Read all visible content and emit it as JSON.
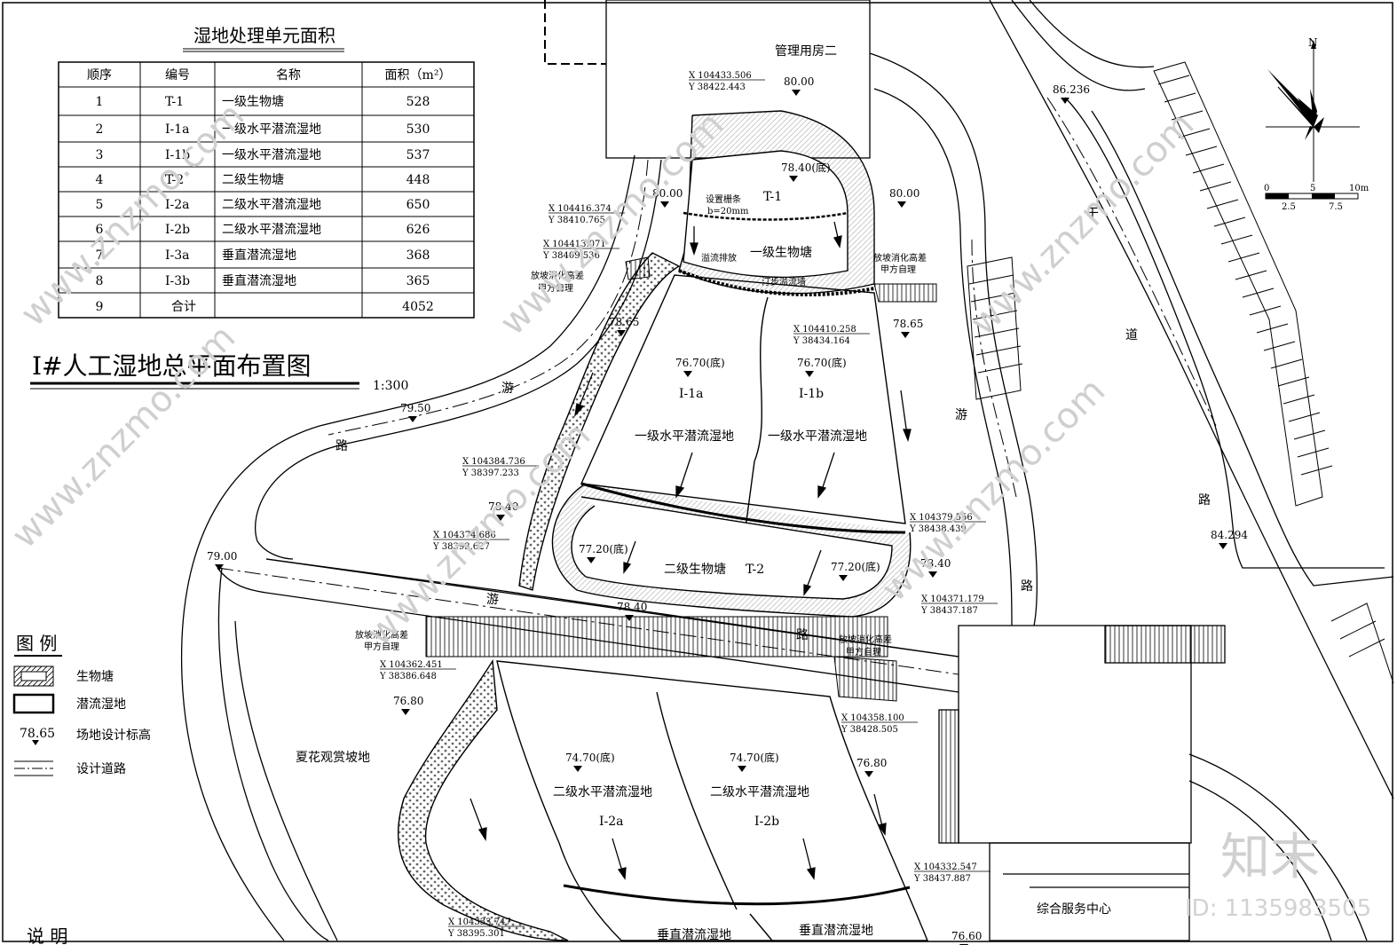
{
  "table": {
    "title": "湿地处理单元面积",
    "headers": [
      "顺序",
      "编号",
      "名称",
      "面积（m²）"
    ],
    "rows": [
      [
        "1",
        "T-1",
        "一级生物塘",
        "528"
      ],
      [
        "2",
        "Ⅰ-1a",
        "一级水平潜流湿地",
        "530"
      ],
      [
        "3",
        "Ⅰ-1b",
        "一级水平潜流湿地",
        "537"
      ],
      [
        "4",
        "T-2",
        "二级生物塘",
        "448"
      ],
      [
        "5",
        "Ⅰ-2a",
        "二级水平潜流湿地",
        "650"
      ],
      [
        "6",
        "Ⅰ-2b",
        "二级水平潜流湿地",
        "626"
      ],
      [
        "7",
        "Ⅰ-3a",
        "垂直潜流湿地",
        "368"
      ],
      [
        "8",
        "Ⅰ-3b",
        "垂直潜流湿地",
        "365"
      ],
      [
        "9",
        "合计",
        "",
        "4052"
      ]
    ]
  },
  "drawing": {
    "title": "I#人工湿地总平面布置图",
    "scale": "1:300",
    "compass_n": "N",
    "scalebar_top": [
      "0",
      "5",
      "10m"
    ],
    "scalebar_bottom": [
      "2.5",
      "7.5"
    ],
    "note_heading": "说 明"
  },
  "legend": {
    "title": "图 例",
    "items": [
      {
        "symbol": "pond",
        "label": "生物塘"
      },
      {
        "symbol": "wetland",
        "label": "潜流湿地"
      },
      {
        "symbol": "elevation",
        "sample": "78.65",
        "label": "场地设计标高"
      },
      {
        "symbol": "road",
        "label": "设计道路"
      }
    ]
  },
  "labels": {
    "building2": "管理用房二",
    "t1_name": "一级生物塘",
    "t1_code": "T-1",
    "grate": "设置栅条",
    "grate_b": "b=20mm",
    "overflow": "溢流排放",
    "weir": "汀步溢流墙",
    "slope_left": "放坡消化高差",
    "slope_left2": "甲方自理",
    "slope_right": "放坡消化高差",
    "slope_right2": "甲方自理",
    "i1a": "Ⅰ-1a",
    "i1b": "Ⅰ-1b",
    "w1a": "一级水平潜流湿地",
    "w1b": "一级水平潜流湿地",
    "t2_name": "二级生物塘",
    "t2_code": "T-2",
    "slope_mid_l": "放坡消化高差",
    "slope_mid_l2": "甲方自理",
    "slope_mid_r": "放坡消化高差",
    "slope_mid_r2": "甲方自理",
    "w2a": "二级水平潜流湿地",
    "w2b": "二级水平潜流湿地",
    "i2a": "Ⅰ-2a",
    "i2b": "Ⅰ-2b",
    "w3a": "垂直潜流湿地",
    "w3b": "垂直潜流湿地",
    "slope_field": "夏花观赏坡地",
    "service": "综合服务中心",
    "road_you": "游",
    "road_lu": "路",
    "road_gan": "干",
    "road_deng": "道",
    "road_lu2": "路"
  },
  "elevations": [
    "80.00",
    "78.40(底)",
    "80.00",
    "80.00",
    "78.65",
    "78.65",
    "76.70(底)",
    "76.70(底)",
    "78.40",
    "77.20(底)",
    "77.20(底)",
    "78.40",
    "78.40",
    "79.50",
    "79.00",
    "76.80",
    "74.70(底)",
    "74.70(底)",
    "76.80",
    "76.60",
    "86.236",
    "84.294"
  ],
  "coords": [
    [
      "X 104433.506",
      "Y 38422.443"
    ],
    [
      "X 104416.374",
      "Y 38410.765"
    ],
    [
      "X 104413.071",
      "Y 38409.536"
    ],
    [
      "X 104410.258",
      "Y 38434.164"
    ],
    [
      "X 104384.736",
      "Y 38397.233"
    ],
    [
      "X 104379.556",
      "Y 38438.439"
    ],
    [
      "X 104374.686",
      "Y 38393.627"
    ],
    [
      "X 104371.179",
      "Y 38437.187"
    ],
    [
      "X 104362.451",
      "Y 38386.648"
    ],
    [
      "X 104358.100",
      "Y 38428.505"
    ],
    [
      "X 104332.547",
      "Y 38437.887"
    ],
    [
      "X 104333.747",
      "Y 38395.301"
    ]
  ],
  "watermark": {
    "site": "www.znzmo.com",
    "brand": "知末",
    "id": "ID: 1135983505"
  },
  "colors": {
    "line": "#000000",
    "watermark": "#cfcfcf"
  }
}
